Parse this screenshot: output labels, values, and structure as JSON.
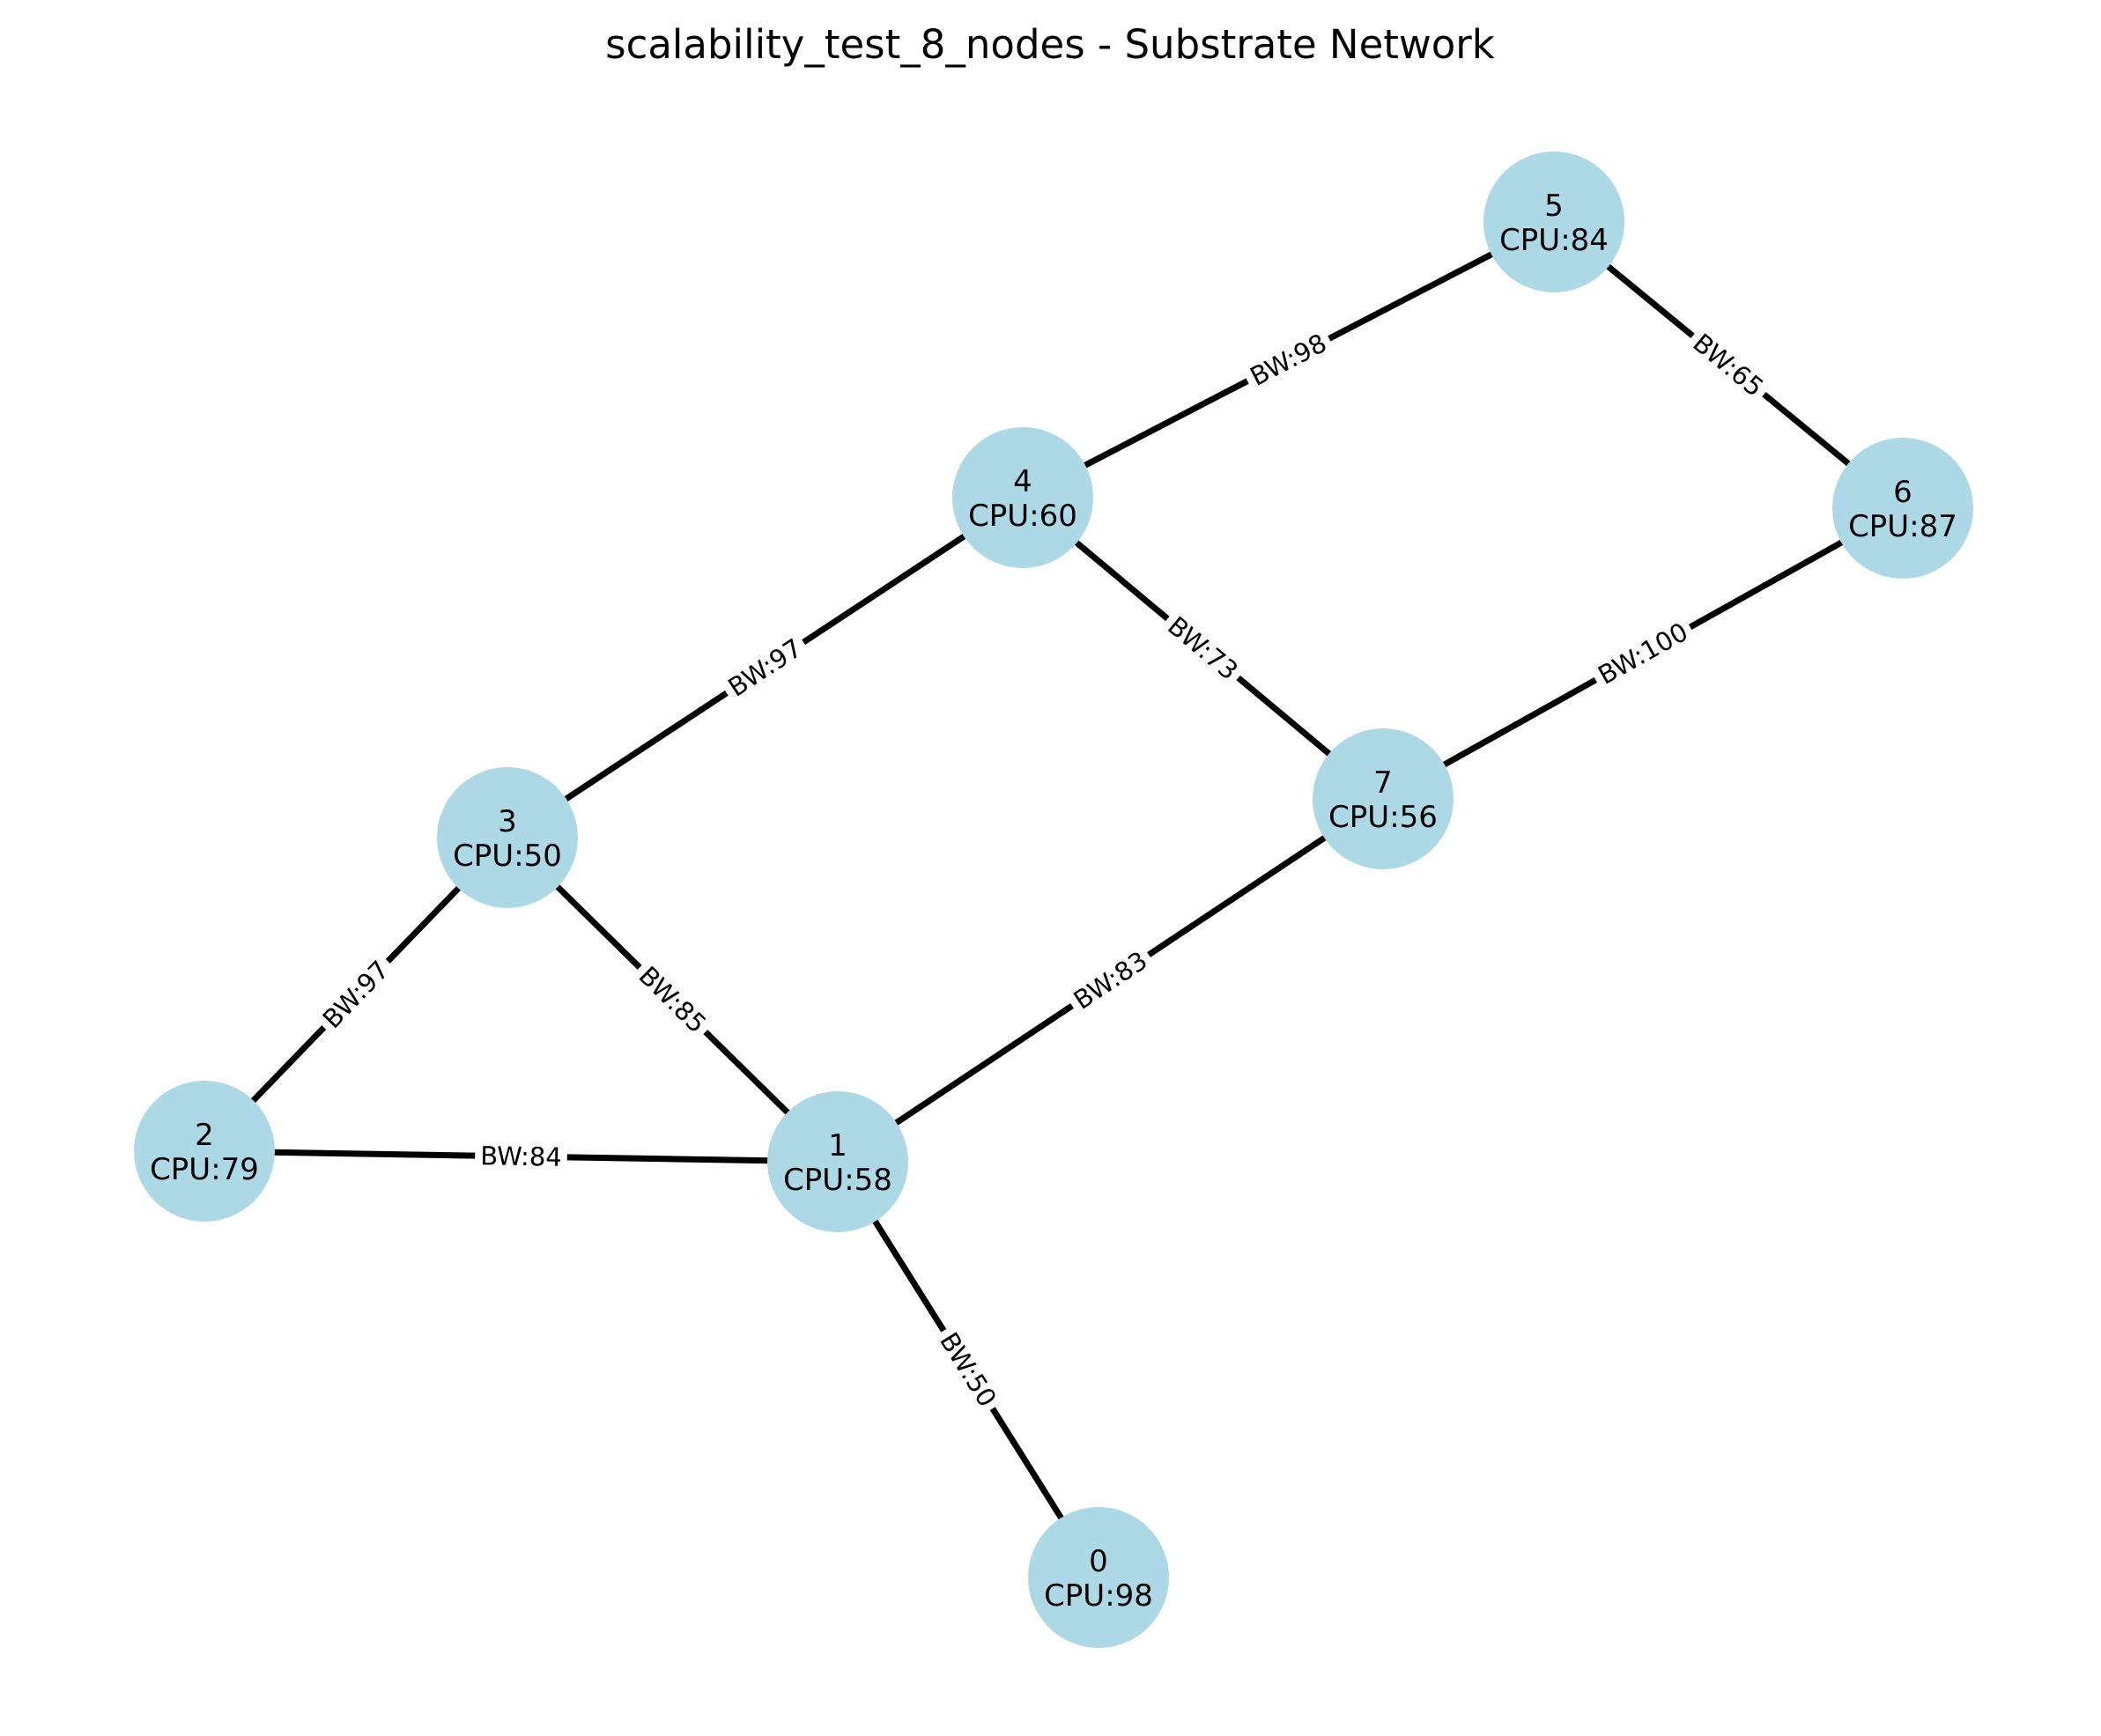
{
  "title": "scalability_test_8_nodes - Substrate Network",
  "colors": {
    "node_fill": "#add8e6",
    "edge": "#000000",
    "background": "#ffffff"
  },
  "nodes": [
    {
      "id": "0",
      "label": "0",
      "cpu_label": "CPU:98"
    },
    {
      "id": "1",
      "label": "1",
      "cpu_label": "CPU:58"
    },
    {
      "id": "2",
      "label": "2",
      "cpu_label": "CPU:79"
    },
    {
      "id": "3",
      "label": "3",
      "cpu_label": "CPU:50"
    },
    {
      "id": "4",
      "label": "4",
      "cpu_label": "CPU:60"
    },
    {
      "id": "5",
      "label": "5",
      "cpu_label": "CPU:84"
    },
    {
      "id": "6",
      "label": "6",
      "cpu_label": "CPU:87"
    },
    {
      "id": "7",
      "label": "7",
      "cpu_label": "CPU:56"
    }
  ],
  "edges": [
    {
      "source": "5",
      "target": "4",
      "label": "BW:98"
    },
    {
      "source": "5",
      "target": "6",
      "label": "BW:65"
    },
    {
      "source": "4",
      "target": "3",
      "label": "BW:97"
    },
    {
      "source": "4",
      "target": "7",
      "label": "BW:73"
    },
    {
      "source": "6",
      "target": "7",
      "label": "BW:100"
    },
    {
      "source": "3",
      "target": "2",
      "label": "BW:97"
    },
    {
      "source": "3",
      "target": "1",
      "label": "BW:85"
    },
    {
      "source": "7",
      "target": "1",
      "label": "BW:83"
    },
    {
      "source": "2",
      "target": "1",
      "label": "BW:84"
    },
    {
      "source": "1",
      "target": "0",
      "label": "BW:50"
    }
  ]
}
